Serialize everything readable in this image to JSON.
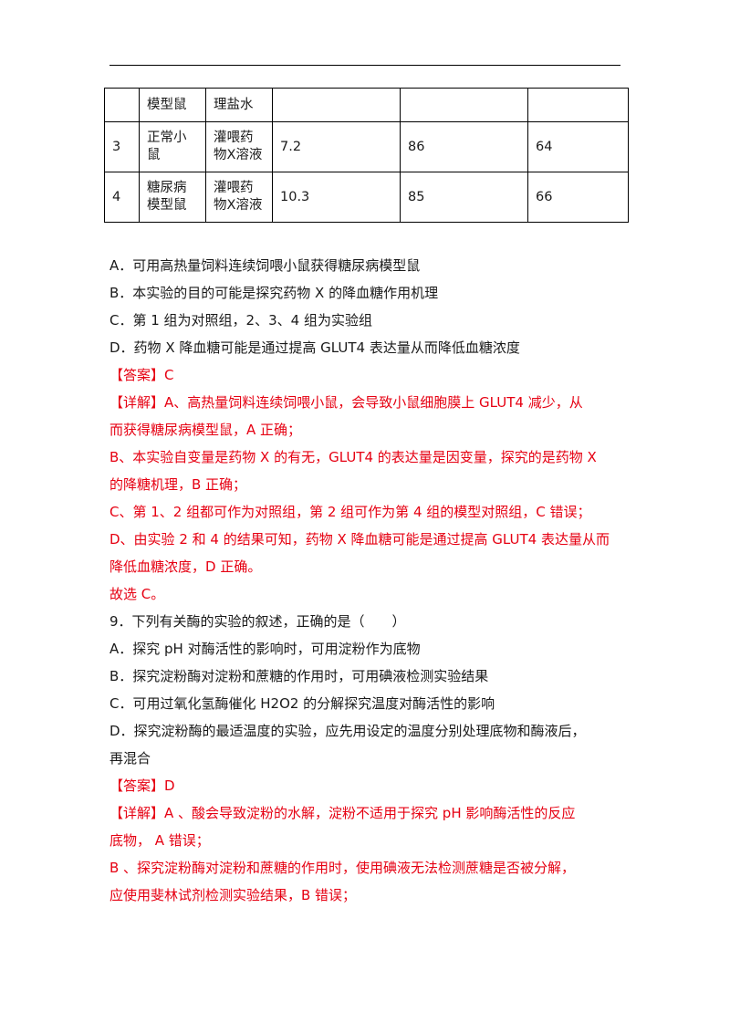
{
  "table": {
    "rows": [
      [
        "",
        "模型鼠",
        "理盐水",
        "",
        "",
        ""
      ],
      [
        "3",
        "正常小鼠",
        "灌喂药物X溶液",
        "7.2",
        "86",
        "64"
      ],
      [
        "4",
        "糖尿病模型鼠",
        "灌喂药物X溶液",
        "10.3",
        "85",
        "66"
      ]
    ]
  },
  "q8": {
    "options": [
      "A．可用高热量饲料连续饲喂小鼠获得糖尿病模型鼠",
      "B．本实验的目的可能是探究药物 X 的降血糖作用机理",
      "C．第 1 组为对照组，2、3、4 组为实验组",
      "D．药物 X 降血糖可能是通过提高 GLUT4 表达量从而降低血糖浓度"
    ],
    "answer": "【答案】C",
    "explanation": [
      "【详解】A、高热量饲料连续饲喂小鼠，会导致小鼠细胞膜上 GLUT4 减少，从",
      "而获得糖尿病模型鼠，A 正确；",
      "B、本实验自变量是药物 X 的有无，GLUT4 的表达量是因变量，探究的是药物 X",
      "的降糖机理，B 正确；",
      "C、第 1、2 组都可作为对照组，第 2 组可作为第 4 组的模型对照组，C 错误；",
      "D、由实验 2 和 4 的结果可知，药物 X 降血糖可能是通过提高 GLUT4 表达量从而",
      "降低血糖浓度，D 正确。"
    ],
    "conclusion": "故选 C。"
  },
  "q9": {
    "stem": "9．下列有关酶的实验的叙述，正确的是（　　）",
    "options": [
      "A．探究 pH 对酶活性的影响时，可用淀粉作为底物",
      "B．探究淀粉酶对淀粉和蔗糖的作用时，可用碘液检测实验结果",
      "C．可用过氧化氢酶催化 H2O2 的分解探究温度对酶活性的影响",
      "D．探究淀粉酶的最适温度的实验，应先用设定的温度分别处理底物和酶液后，",
      "再混合"
    ],
    "answer": "【答案】D",
    "explanation": [
      "【详解】A 、酸会导致淀粉的水解，淀粉不适用于探究  pH  影响酶活性的反应",
      "底物，  A 错误；",
      "B 、探究淀粉酶对淀粉和蔗糖的作用时，使用碘液无法检测蔗糖是否被分解，",
      "应使用斐林试剂检测实验结果，B  错误；"
    ]
  }
}
